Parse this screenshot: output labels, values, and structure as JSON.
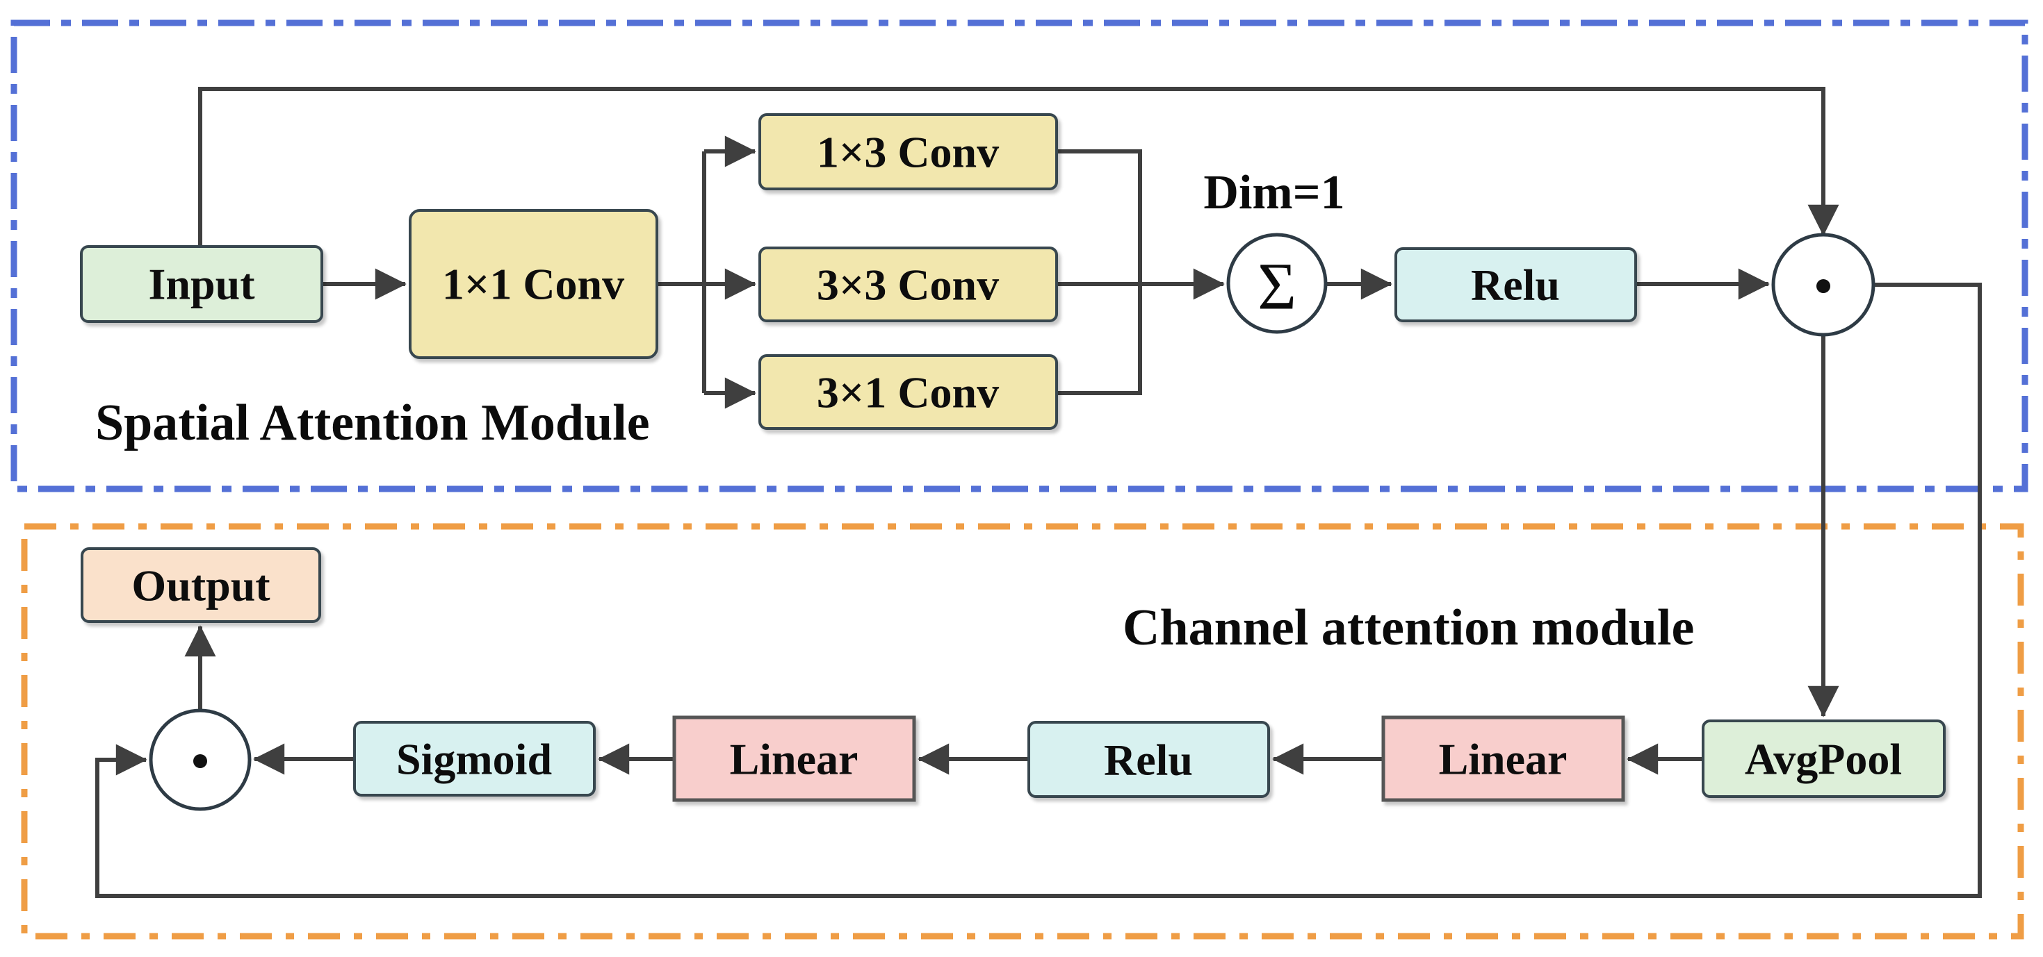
{
  "diagram": {
    "modules": {
      "spatial": {
        "label": "Spatial Attention Module"
      },
      "channel": {
        "label": "Channel attention module"
      }
    },
    "annotations": {
      "dim": "Dim=1"
    },
    "operators": {
      "sum": "Σ",
      "dot": "·"
    },
    "nodes": {
      "input": "Input",
      "conv1x1": "1×1 Conv",
      "conv1x3": "1×3 Conv",
      "conv3x3": "3×3 Conv",
      "conv3x1": "3×1 Conv",
      "relu_spatial": "Relu",
      "output": "Output",
      "sigmoid": "Sigmoid",
      "linear_left": "Linear",
      "relu_channel": "Relu",
      "linear_right": "Linear",
      "avgpool": "AvgPool"
    },
    "palette": {
      "green_fill": "#ddefd9",
      "yellow_fill": "#f2e7ae",
      "cyan_fill": "#d8f1f0",
      "pink_fill": "#f8cecc",
      "peach_fill": "#fae1cb",
      "white_fill": "#ffffff",
      "blue_border": "#5470d6",
      "orange_border": "#ef9d45",
      "line_color": "#3f3f3f"
    }
  }
}
